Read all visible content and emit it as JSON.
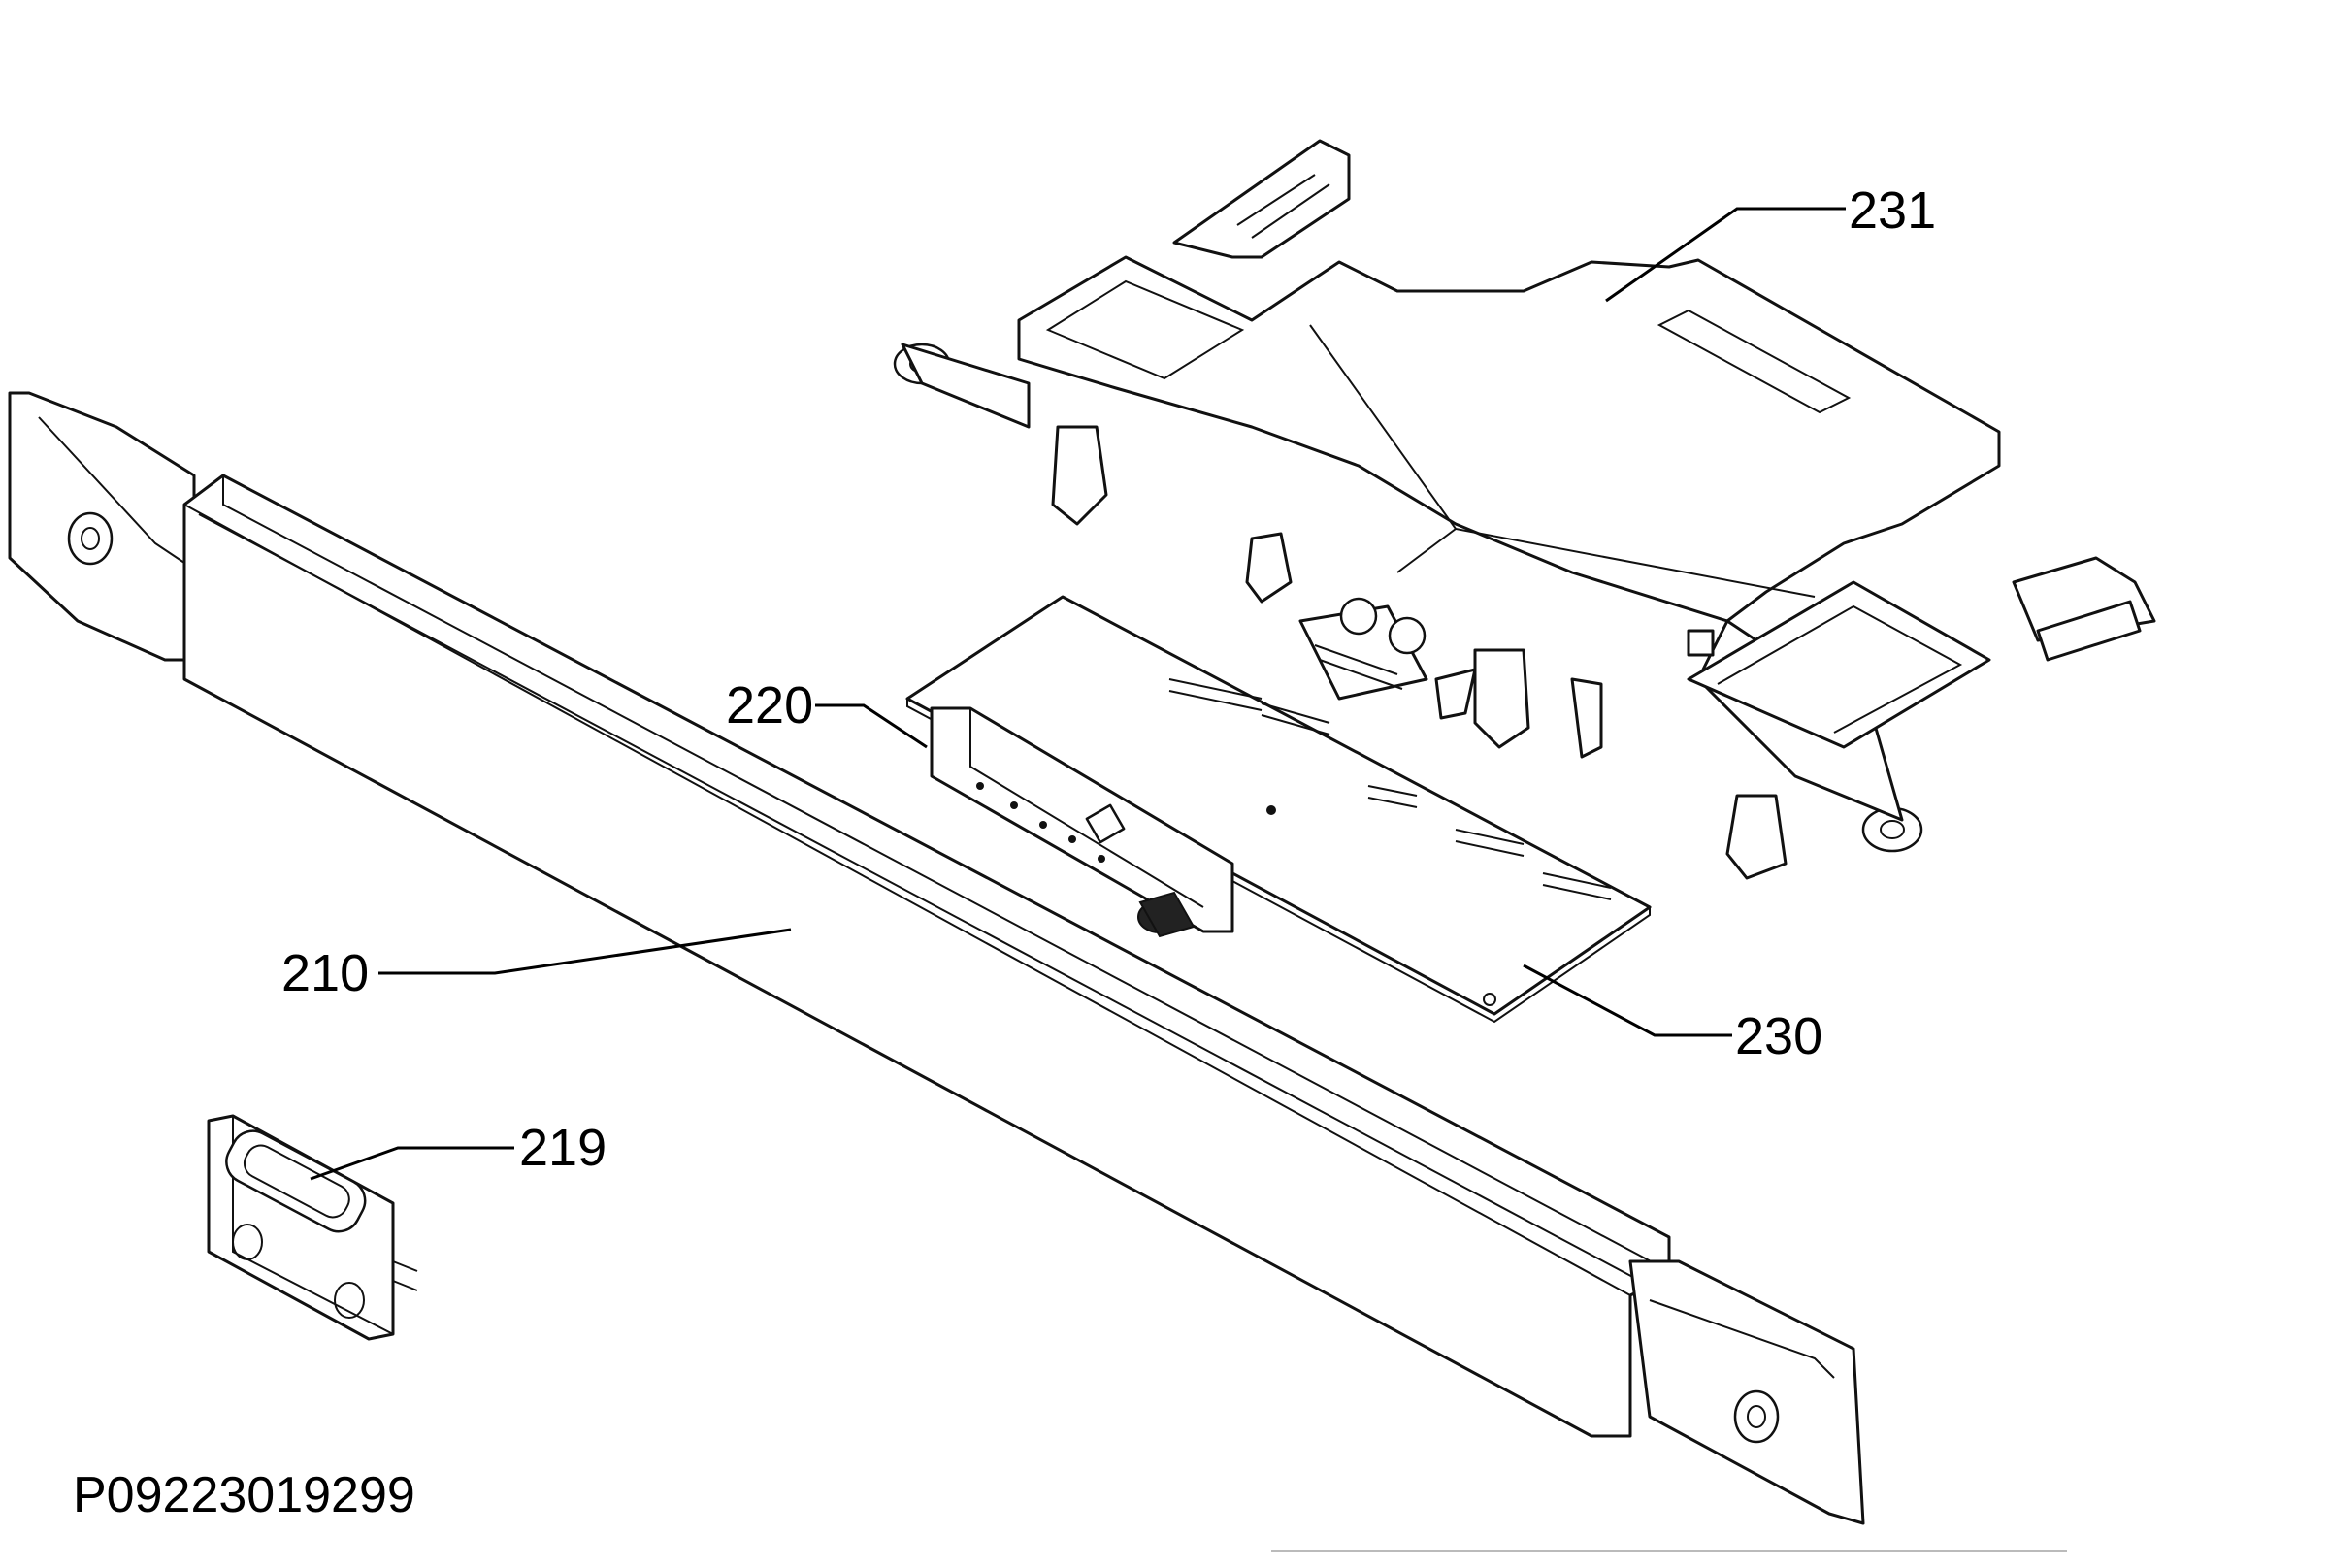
{
  "diagram": {
    "part_code": "P09223019299",
    "callouts": [
      {
        "id": "231",
        "label": "231"
      },
      {
        "id": "220",
        "label": "220"
      },
      {
        "id": "210",
        "label": "210"
      },
      {
        "id": "230",
        "label": "230"
      },
      {
        "id": "219",
        "label": "219"
      }
    ]
  }
}
